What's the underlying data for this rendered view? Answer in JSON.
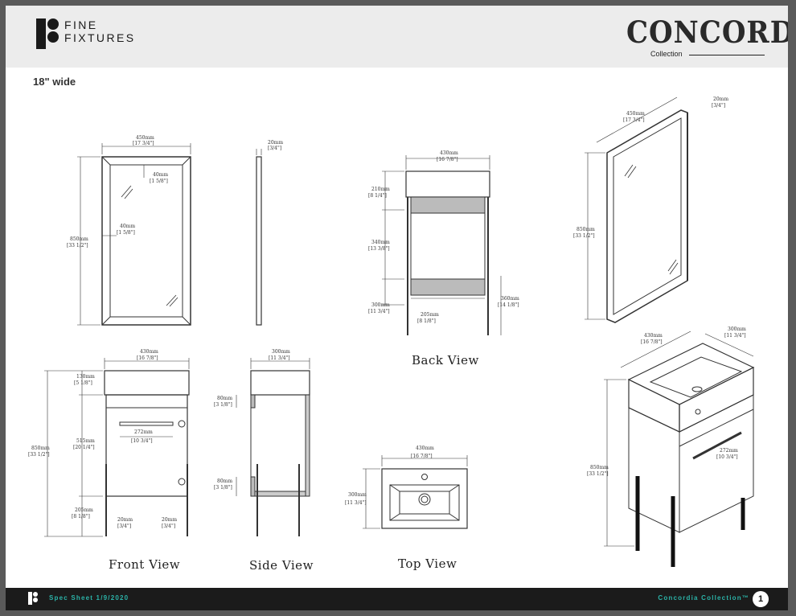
{
  "header": {
    "brand_name_line1": "FINE",
    "brand_name_line2": "FIXTURES",
    "collection_logo": "CONCORDIA",
    "collection_word": "Collection"
  },
  "subtitle": "18\" wide",
  "views": {
    "front": "Front View",
    "side": "Side View",
    "top": "Top View",
    "back": "Back View"
  },
  "dims": {
    "w450": "450mm",
    "w450_in": "[17 3/4\"]",
    "f40": "40mm",
    "f40_in": "[1 5/8\"]",
    "h850": "850mm",
    "h850_in": "[33 1/2\"]",
    "d20": "20mm",
    "d20_in": "[3/4\"]",
    "w430": "430mm",
    "w430_in": "[16 7/8\"]",
    "h210": "210mm",
    "h210_in": "[8 1/4\"]",
    "h340": "340mm",
    "h340_in": "[13 3/8\"]",
    "h300": "300mm",
    "h300_in": "[11 3/4\"]",
    "w205": "205mm",
    "w205_in": "[8 1/8\"]",
    "h360": "360mm",
    "h360_in": "[14 1/8\"]",
    "h130": "130mm",
    "h130_in": "[5 1/8\"]",
    "h515": "515mm",
    "h515_in": "[20 1/4\"]",
    "h205": "205mm",
    "h205_in": "[8 1/8\"]",
    "w272": "272mm",
    "w272_in": "[10 3/4\"]",
    "d300": "300mm",
    "d300_in": "[11 3/4\"]",
    "h80": "80mm",
    "h80_in": "[3 1/8\"]"
  },
  "footer": {
    "left": "Spec Sheet 1/9/2020",
    "right": "Concordia Collection™",
    "page": "1"
  },
  "colors": {
    "accent": "#2bb3a8",
    "footer_bg": "#1b1b1b",
    "header_bg": "#ececec"
  }
}
